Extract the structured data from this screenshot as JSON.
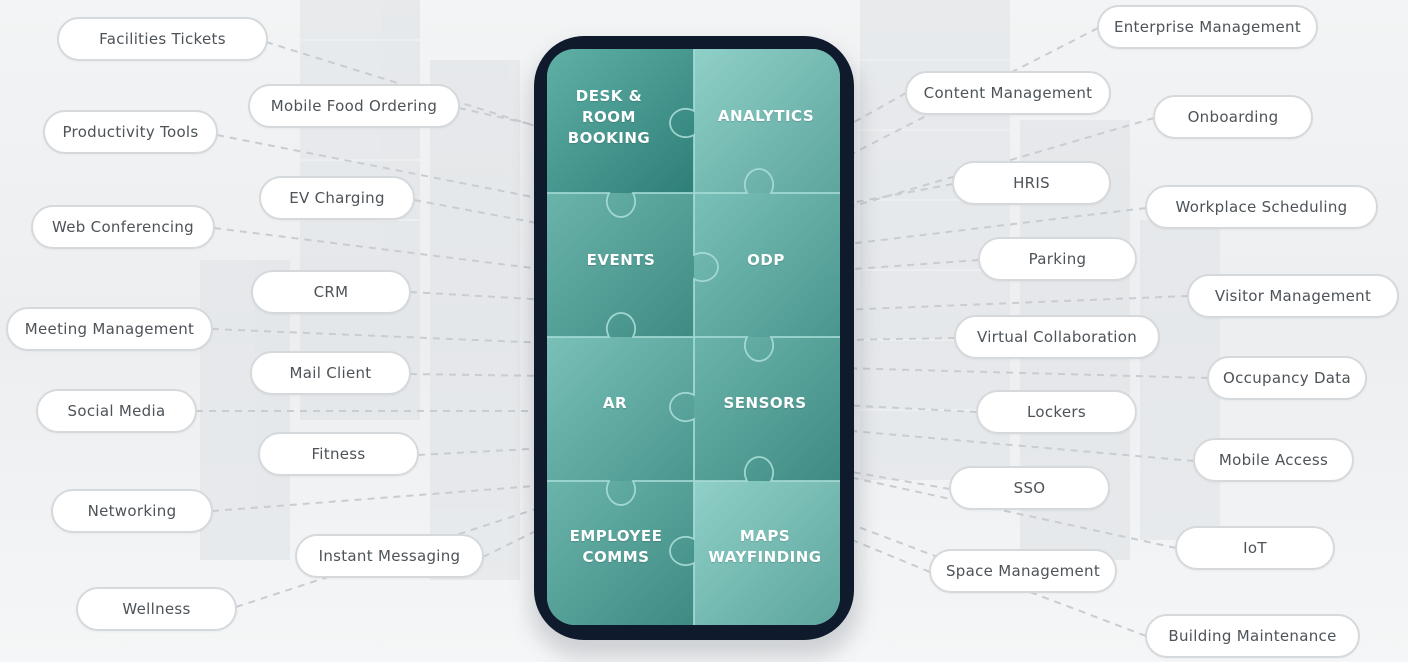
{
  "tiles": [
    {
      "id": "desk",
      "lines": [
        "DESK &",
        "ROOM",
        "BOOKING"
      ]
    },
    {
      "id": "analytics",
      "lines": [
        "ANALYTICS"
      ]
    },
    {
      "id": "events",
      "lines": [
        "EVENTS"
      ]
    },
    {
      "id": "odp",
      "lines": [
        "ODP"
      ]
    },
    {
      "id": "ar",
      "lines": [
        "AR"
      ]
    },
    {
      "id": "sensors",
      "lines": [
        "SENSORS"
      ]
    },
    {
      "id": "employee",
      "lines": [
        "EMPLOYEE",
        "COMMS"
      ]
    },
    {
      "id": "maps",
      "lines": [
        "MAPS",
        "WAYFINDING"
      ]
    }
  ],
  "integrations_left": [
    "Facilities Tickets",
    "Mobile Food Ordering",
    "Productivity Tools",
    "EV Charging",
    "Web Conferencing",
    "CRM",
    "Meeting Management",
    "Mail Client",
    "Social Media",
    "Fitness",
    "Networking",
    "Instant Messaging",
    "Wellness"
  ],
  "integrations_right": [
    "Enterprise Management",
    "Content Management",
    "Onboarding",
    "HRIS",
    "Workplace Scheduling",
    "Parking",
    "Visitor Management",
    "Virtual Collaboration",
    "Occupancy Data",
    "Lockers",
    "Mobile Access",
    "SSO",
    "IoT",
    "Space Management",
    "Building Maintenance"
  ],
  "colors": {
    "phone_frame": "#0f1b2c",
    "tile_light": "#8ccdc6",
    "tile_dark": "#4e9e96",
    "pill_border": "#d6d9dc",
    "pill_text": "#4d5358",
    "connector": "#c9cdd1"
  }
}
